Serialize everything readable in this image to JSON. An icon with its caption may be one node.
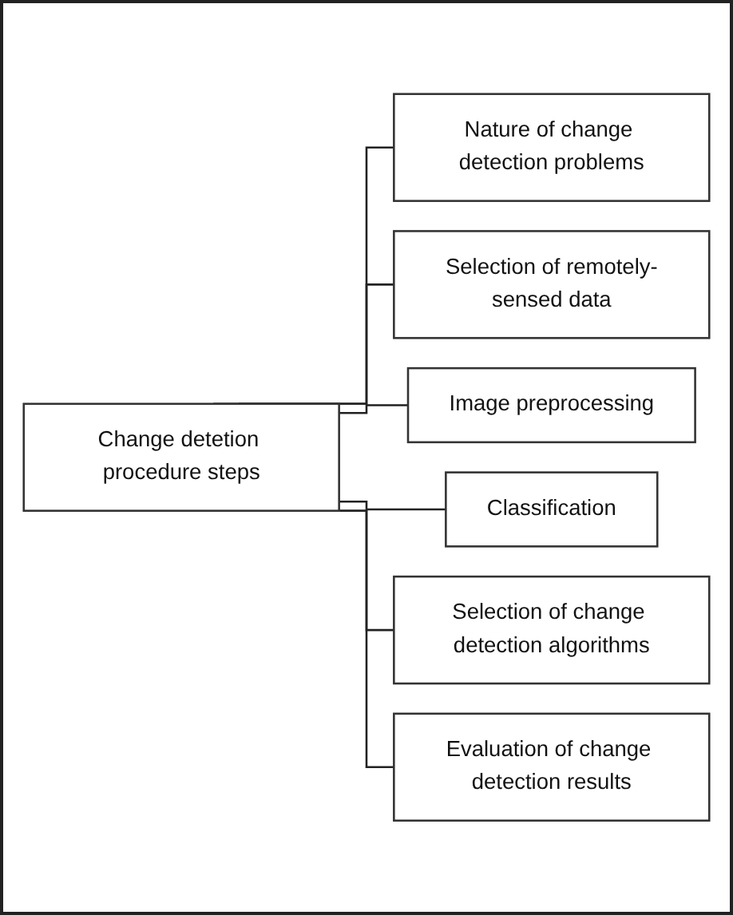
{
  "diagram": {
    "nodes": [
      {
        "text": [
          "Change detetion procedure steps"
        ]
      },
      {
        "text": [
          "Nature of change detection problems"
        ]
      },
      {
        "text": [
          "Selection of remotely-sensed data"
        ]
      },
      {
        "text": [
          "Image preprocessing"
        ]
      },
      {
        "text": [
          "Classification"
        ]
      },
      {
        "text": [
          "Selection of change detection algorithms"
        ]
      },
      {
        "text": [
          "Evaluation of change detection results"
        ]
      }
    ],
    "edges": [
      {
        "from": 0,
        "to": 1,
        "arrow": "none"
      },
      {
        "from": 0,
        "to": 2,
        "arrow": "none"
      },
      {
        "from": 0,
        "to": 3,
        "arrow": "none"
      },
      {
        "from": 0,
        "to": 4,
        "arrow": "none"
      },
      {
        "from": 0,
        "to": 5,
        "arrow": "none"
      },
      {
        "from": 0,
        "to": 6,
        "arrow": "none"
      }
    ]
  }
}
